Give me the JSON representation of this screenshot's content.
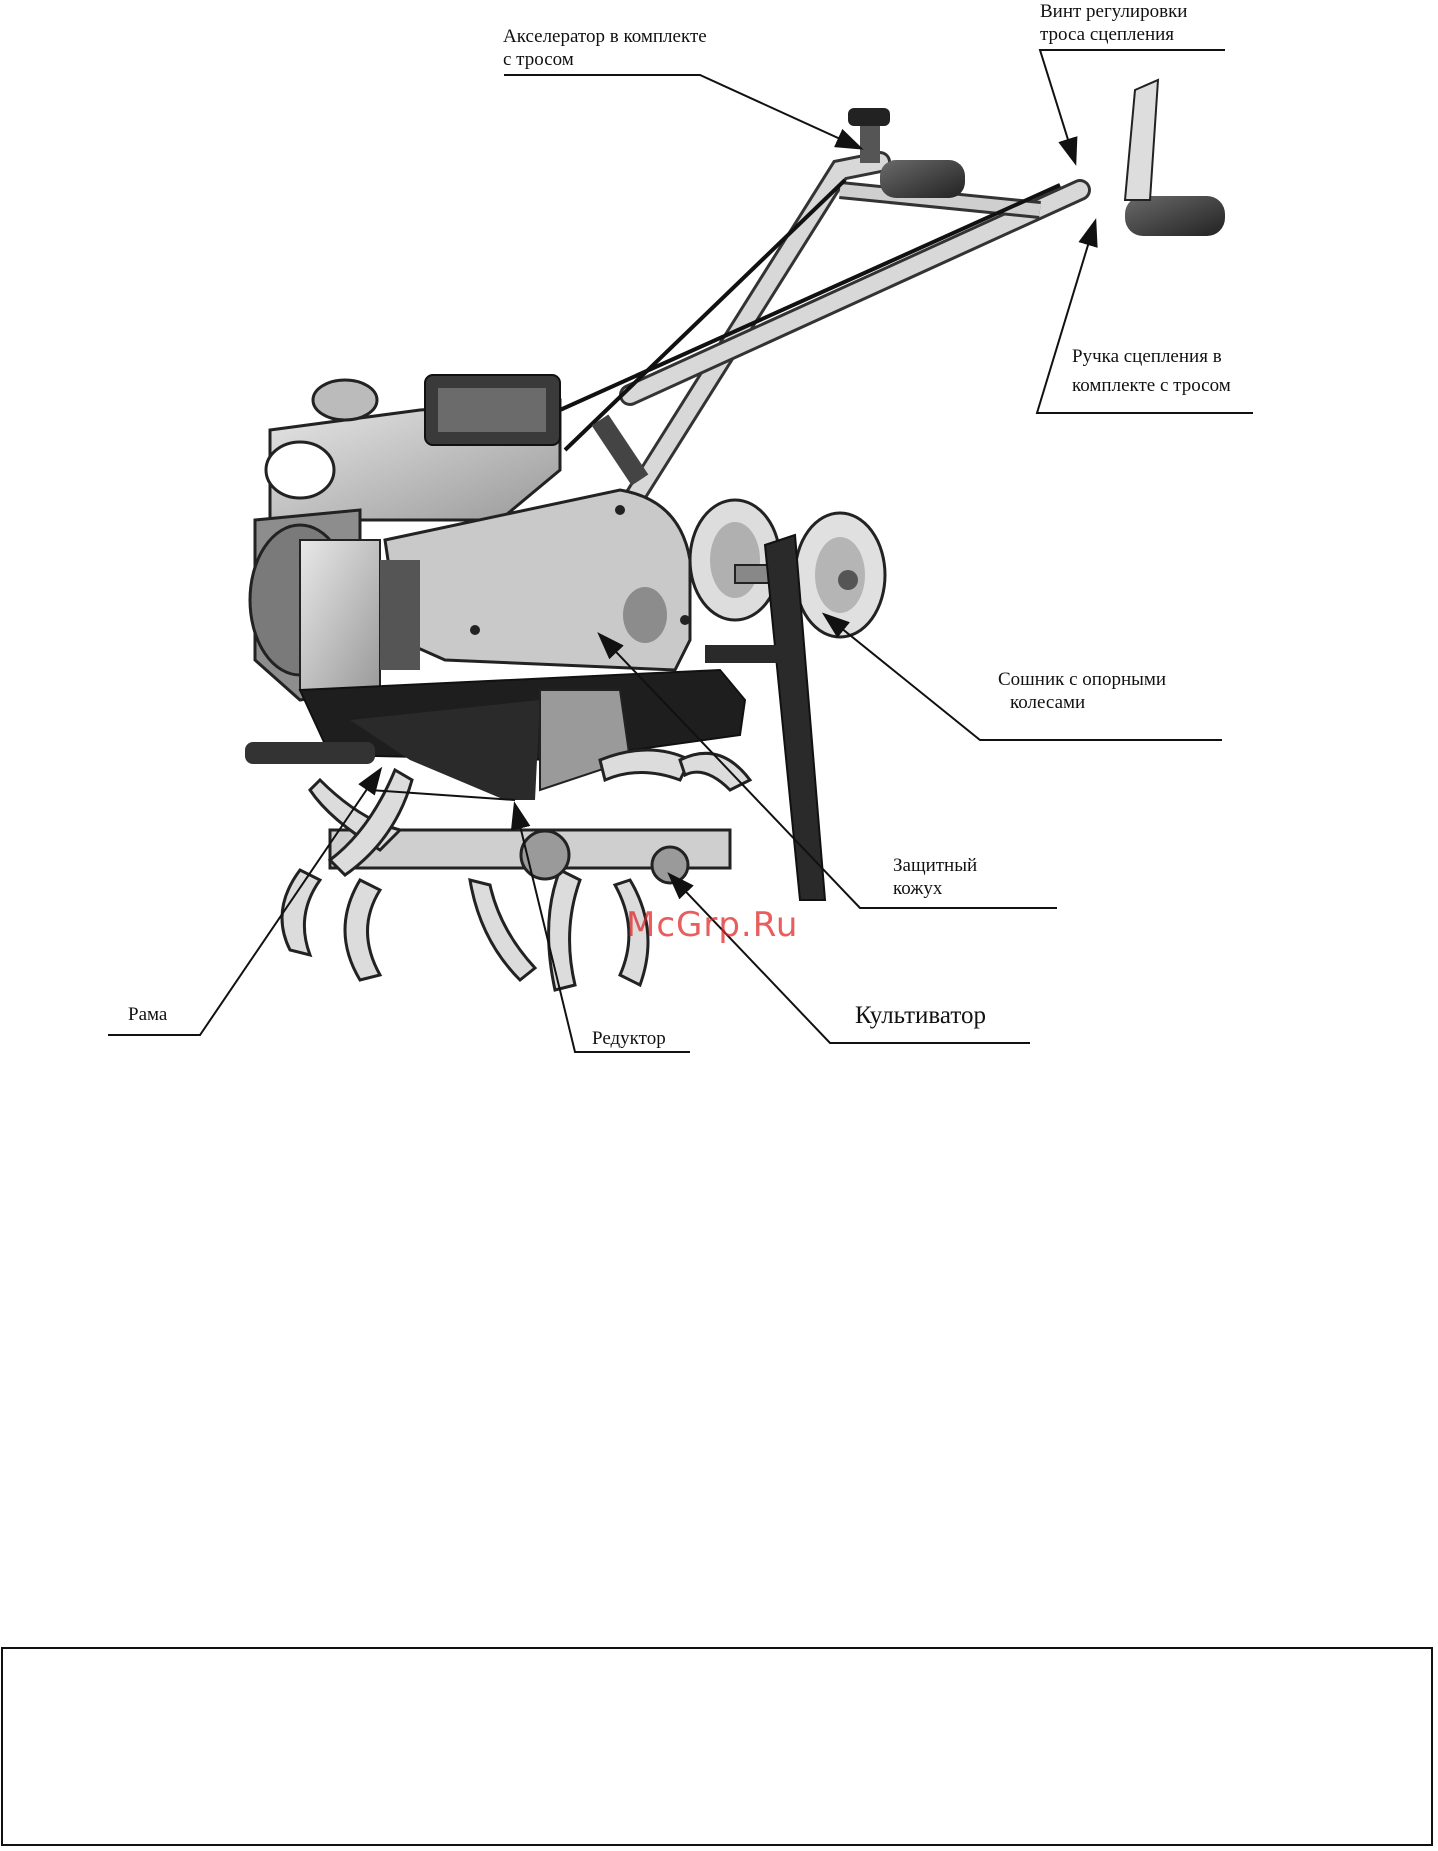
{
  "labels": {
    "accelerator": [
      "Акселератор в комплекте",
      "с тросом"
    ],
    "clutch_screw": [
      "Винт регулировки",
      "троса сцепления"
    ],
    "clutch_handle": [
      "Ручка сцепления в",
      "комплекте с тросом"
    ],
    "coulter": [
      "Сошник с опорными",
      "колесами"
    ],
    "guard": [
      "Защитный",
      "кожух"
    ],
    "frame": "Рама",
    "gearbox": "Редуктор",
    "cultivator": "Культиватор"
  },
  "watermark": "McGrp.Ru",
  "colors": {
    "line": "#111111",
    "watermark": "#e02020"
  }
}
